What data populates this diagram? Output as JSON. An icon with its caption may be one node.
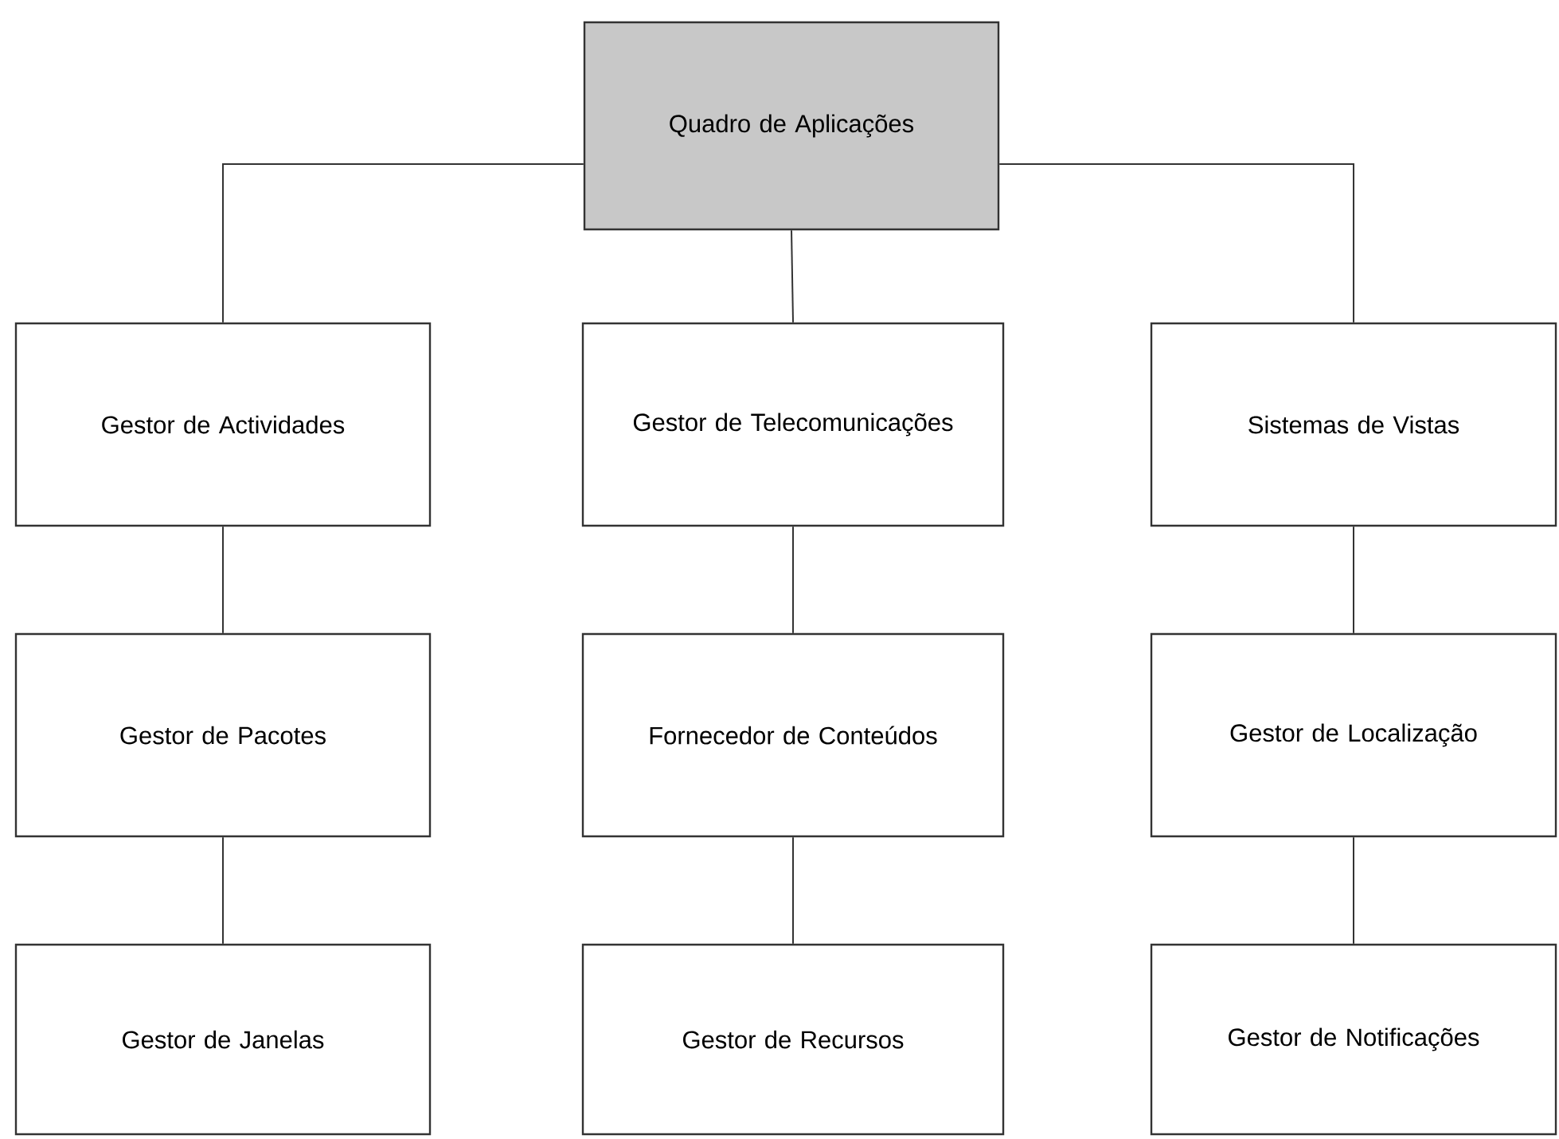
{
  "diagram": {
    "nodes": [
      {
        "text": [
          "Quadro de Aplicações"
        ]
      },
      {
        "text": [
          "Gestor de Actividades"
        ]
      },
      {
        "text": [
          "Gestor de Telecomunicações"
        ]
      },
      {
        "text": [
          "Sistemas de Vistas"
        ]
      },
      {
        "text": [
          "Gestor de Pacotes"
        ]
      },
      {
        "text": [
          "Fornecedor de Conteúdos"
        ]
      },
      {
        "text": [
          "Gestor de Localização"
        ]
      },
      {
        "text": [
          "Gestor de Janelas"
        ]
      },
      {
        "text": [
          "Gestor de Recursos"
        ]
      },
      {
        "text": [
          "Gestor de Notificações"
        ]
      }
    ],
    "edges": [
      {
        "from": 0,
        "to": 1,
        "arrow": "none"
      },
      {
        "from": 0,
        "to": 2,
        "arrow": "none"
      },
      {
        "from": 0,
        "to": 3,
        "arrow": "none"
      },
      {
        "from": 1,
        "to": 4,
        "arrow": "none"
      },
      {
        "from": 2,
        "to": 5,
        "arrow": "none"
      },
      {
        "from": 3,
        "to": 6,
        "arrow": "none"
      },
      {
        "from": 4,
        "to": 7,
        "arrow": "none"
      },
      {
        "from": 5,
        "to": 8,
        "arrow": "none"
      },
      {
        "from": 6,
        "to": 9,
        "arrow": "none"
      }
    ]
  }
}
